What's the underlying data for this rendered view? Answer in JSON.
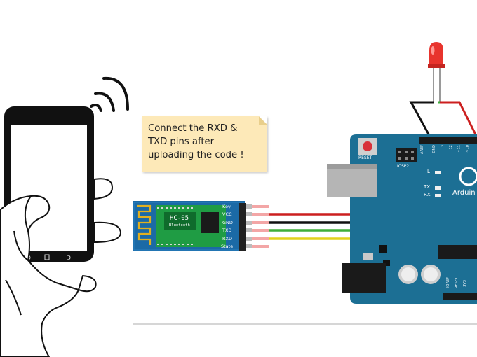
{
  "note": {
    "line1": "Connect the RXD &",
    "line2": "TXD pins after",
    "line3": "uploading the code !"
  },
  "bt_module": {
    "name": "HC-05",
    "subtitle": "Bluetooth",
    "pins": [
      "Key",
      "VCC",
      "GND",
      "TXD",
      "RXD",
      "State"
    ]
  },
  "arduino": {
    "reset_label": "RESET",
    "icsp_label": "ICSP2",
    "l_label": "L",
    "tx_label": "TX",
    "rx_label": "RX",
    "brand": "Arduin",
    "header_labels": [
      "AREF",
      "GND",
      "13",
      "12",
      "~11",
      "~10"
    ],
    "power_labels": [
      "IOREF",
      "RESET",
      "3V3"
    ]
  },
  "colors": {
    "board": "#1c6f94",
    "module": "#1b6aa6",
    "wire_red": "#cc1f1f",
    "wire_black": "#111111",
    "wire_green": "#3fae3a",
    "wire_yellow": "#e2d21c",
    "note_bg": "#fde9b8",
    "led": "#e8342d"
  }
}
